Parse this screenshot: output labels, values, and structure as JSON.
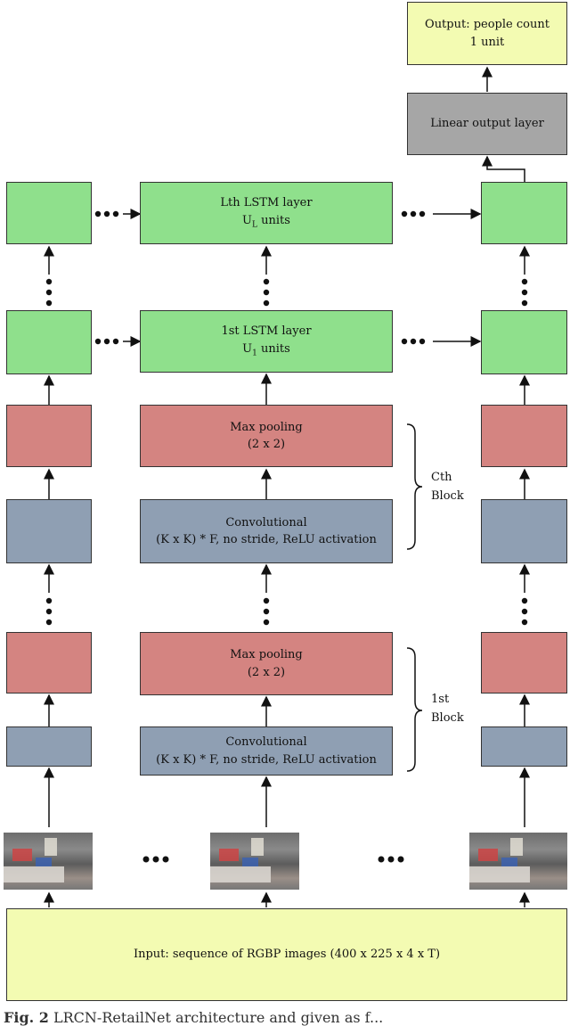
{
  "output_box": {
    "line1": "Output: people count",
    "line2": "1 unit"
  },
  "linear_layer": {
    "label": "Linear output layer"
  },
  "lstm_top": {
    "line1": "Lth LSTM layer",
    "line2_base": "U",
    "line2_sub": "L",
    "line2_rest": " units"
  },
  "lstm_first": {
    "line1": "1st LSTM layer",
    "line2_base": "U",
    "line2_sub": "1",
    "line2_rest": " units"
  },
  "maxpool": {
    "line1": "Max pooling",
    "line2": "(2 x 2)"
  },
  "conv": {
    "line1": "Convolutional",
    "line2": "(K x K) * F, no stride, ReLU activation"
  },
  "block_c": {
    "line1": "Cth",
    "line2": "Block"
  },
  "block_1": {
    "line1": "1st",
    "line2": "Block"
  },
  "input_box": {
    "label": "Input: sequence of RGBP images (400 x 225 x 4 x T)"
  },
  "caption": {
    "prefix": "Fig. 2",
    "text": "LRCN-RetailNet architecture and given as f..."
  },
  "colors": {
    "lstm": "#8fe08c",
    "pool": "#d48481",
    "conv": "#8f9fb3",
    "io": "#f3fbb2",
    "linear": "#a6a6a6"
  }
}
